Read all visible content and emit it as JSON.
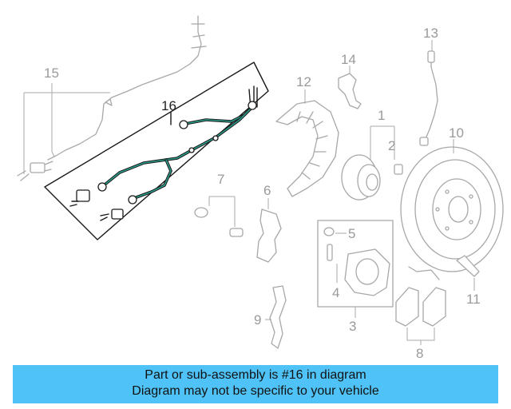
{
  "callouts": {
    "c1": "1",
    "c2": "2",
    "c3": "3",
    "c4": "4",
    "c5": "5",
    "c6": "6",
    "c7": "7",
    "c8": "8",
    "c9": "9",
    "c10": "10",
    "c11": "11",
    "c12": "12",
    "c13": "13",
    "c14": "14",
    "c15": "15",
    "c16": "16"
  },
  "highlight_part": "16",
  "banner": {
    "line1": "Part or sub-assembly is #16 in diagram",
    "line2": "Diagram may not be specific to your vehicle"
  },
  "colors": {
    "banner_bg": "#4fc3f7",
    "highlight_wire": "#2a9a88",
    "part_outline": "#a8a8a8"
  }
}
